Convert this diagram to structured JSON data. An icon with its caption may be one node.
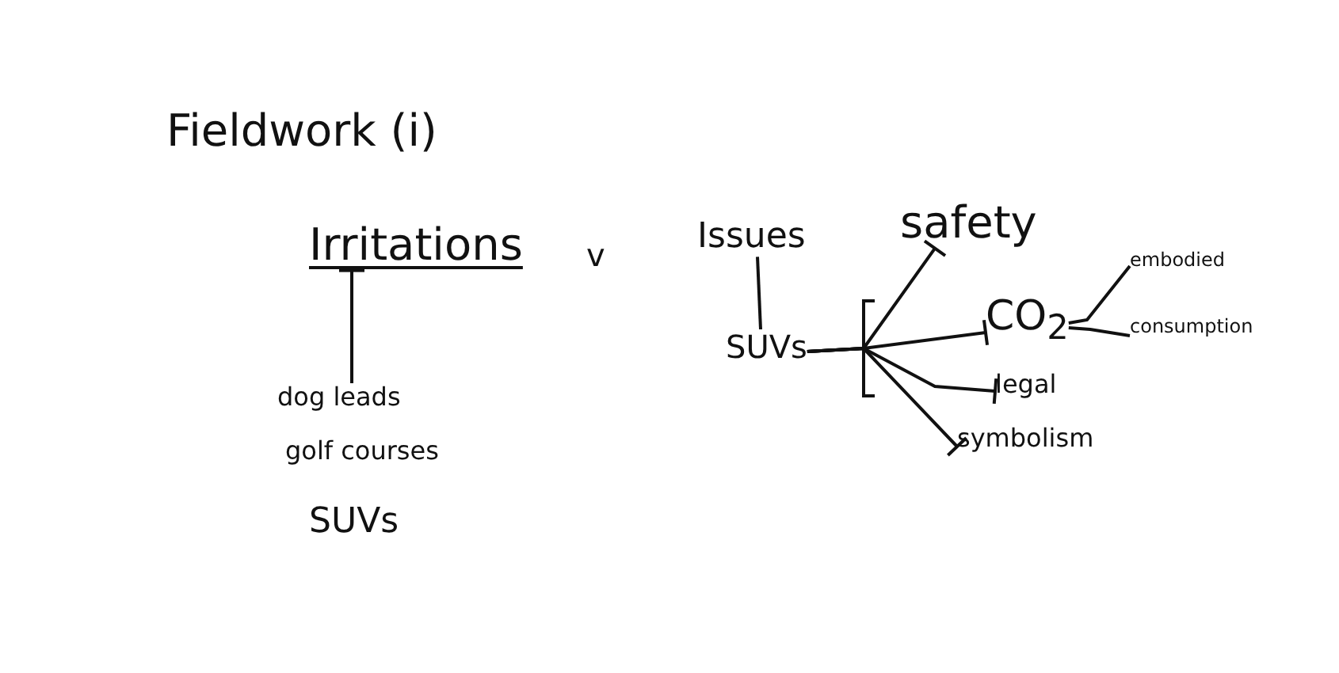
{
  "diagram": {
    "title": "Fieldwork (i)",
    "nodes": [
      {
        "text": [
          "Irritations"
        ]
      },
      {
        "text": [
          "dog leads"
        ]
      },
      {
        "text": [
          "golf courses"
        ]
      },
      {
        "text": [
          "SUVs"
        ]
      },
      {
        "text": [
          "Issues"
        ]
      },
      {
        "text": [
          "SUVs"
        ]
      },
      {
        "text": [
          "safety"
        ]
      },
      {
        "text": [
          "CO$_{2}$"
        ]
      },
      {
        "text": [
          "legal"
        ]
      },
      {
        "text": [
          "symbolism"
        ]
      },
      {
        "text": [
          "embodied"
        ]
      },
      {
        "text": [
          "consumption"
        ]
      }
    ],
    "edges": [
      {
        "from": 1,
        "to": 0,
        "arrow": "other"
      },
      {
        "from": 4,
        "to": 5,
        "arrow": "none"
      },
      {
        "from": 5,
        "to": 6,
        "arrow": "other"
      },
      {
        "from": 5,
        "to": 7,
        "arrow": "other"
      },
      {
        "from": 5,
        "to": 8,
        "arrow": "other"
      },
      {
        "from": 5,
        "to": 9,
        "arrow": "other"
      },
      {
        "from": 7,
        "to": 10,
        "arrow": "none"
      },
      {
        "from": 7,
        "to": 11,
        "arrow": "none"
      }
    ],
    "labels": [
      "v"
    ]
  }
}
